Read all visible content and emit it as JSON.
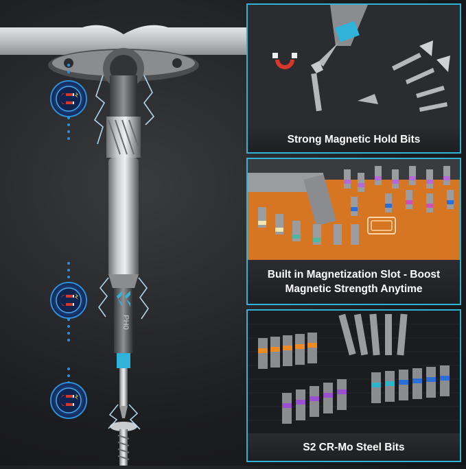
{
  "image": {
    "description_colors": {
      "accent": "#2fb3d8",
      "magnet_red": "#d8372b",
      "tray_orange": "#f08a24",
      "background": "#1c1d20"
    }
  },
  "left": {
    "bit_marking": "PH0",
    "magnet_icons": [
      "magnet-icon",
      "magnet-icon",
      "magnet-icon"
    ]
  },
  "panels": [
    {
      "caption": "Strong Magnetic Hold Bits"
    },
    {
      "caption_line1": "Built in Magnetization Slot - Boost",
      "caption_line2": "Magnetic Strength Anytime"
    },
    {
      "caption": "S2 CR-Mo Steel Bits"
    }
  ]
}
